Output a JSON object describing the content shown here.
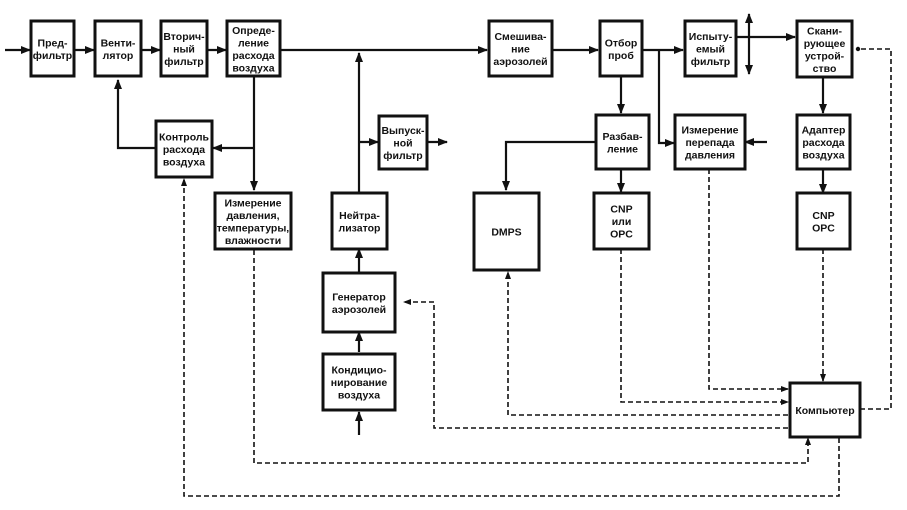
{
  "diagram": {
    "type": "block-diagram",
    "line_color": "#111111",
    "background": "#ffffff",
    "blocks": [
      {
        "id": "prefilter",
        "lines": [
          "Пред-",
          "фильтр"
        ]
      },
      {
        "id": "fan",
        "lines": [
          "Венти-",
          "лятор"
        ]
      },
      {
        "id": "secondary_filter",
        "lines": [
          "Вторич-",
          "ный",
          "фильтр"
        ]
      },
      {
        "id": "flow_measurement",
        "lines": [
          "Опреде-",
          "ление",
          "расхода",
          "воздуха"
        ]
      },
      {
        "id": "flow_control",
        "lines": [
          "Контроль",
          "расхода",
          "воздуха"
        ]
      },
      {
        "id": "ptrh_measurement",
        "lines": [
          "Измерение",
          "давления,",
          "температуры,",
          "влажности"
        ]
      },
      {
        "id": "exhaust_filter",
        "lines": [
          "Выпуск-",
          "ной",
          "фильтр"
        ]
      },
      {
        "id": "neutralizer",
        "lines": [
          "Нейтра-",
          "лизатор"
        ]
      },
      {
        "id": "aerosol_generator",
        "lines": [
          "Генератор",
          "аэрозолей"
        ]
      },
      {
        "id": "air_conditioning",
        "lines": [
          "Кондицио-",
          "нирование",
          "воздуха"
        ]
      },
      {
        "id": "aerosol_mixing",
        "lines": [
          "Смешива-",
          "ние",
          "аэрозолей"
        ]
      },
      {
        "id": "sampling",
        "lines": [
          "Отбор",
          "проб"
        ]
      },
      {
        "id": "dilution",
        "lines": [
          "Разбав-",
          "ление"
        ]
      },
      {
        "id": "dmps",
        "lines": [
          "DMPS"
        ]
      },
      {
        "id": "cnp_or_opc",
        "lines": [
          "CNP",
          "или",
          "OPC"
        ]
      },
      {
        "id": "test_filter",
        "lines": [
          "Испыту-",
          "емый",
          "фильтр"
        ]
      },
      {
        "id": "dp_measurement",
        "lines": [
          "Измерение",
          "перепада",
          "давления"
        ]
      },
      {
        "id": "scanner",
        "lines": [
          "Скани-",
          "рующее",
          "устрой-",
          "ство"
        ]
      },
      {
        "id": "flow_adapter",
        "lines": [
          "Адаптер",
          "расхода",
          "воздуха"
        ]
      },
      {
        "id": "cnp_opc",
        "lines": [
          "CNP",
          "OPC"
        ]
      },
      {
        "id": "computer",
        "lines": [
          "Компьютер"
        ]
      }
    ],
    "solid_connections": [
      [
        "inlet",
        "prefilter"
      ],
      [
        "prefilter",
        "fan"
      ],
      [
        "fan",
        "secondary_filter"
      ],
      [
        "secondary_filter",
        "flow_measurement"
      ],
      [
        "flow_measurement",
        "aerosol_mixing"
      ],
      [
        "flow_measurement",
        "flow_control"
      ],
      [
        "flow_control",
        "fan"
      ],
      [
        "flow_measurement",
        "ptrh_measurement"
      ],
      [
        "air_conditioning",
        "aerosol_generator"
      ],
      [
        "aerosol_generator",
        "neutralizer"
      ],
      [
        "neutralizer",
        "main_duct"
      ],
      [
        "neutralizer",
        "exhaust_filter"
      ],
      [
        "aerosol_mixing",
        "sampling"
      ],
      [
        "sampling",
        "test_filter"
      ],
      [
        "sampling",
        "dilution"
      ],
      [
        "sampling",
        "dp_measurement"
      ],
      [
        "dilution",
        "dmps"
      ],
      [
        "dilution",
        "cnp_or_opc"
      ],
      [
        "test_filter",
        "scanner"
      ],
      [
        "scanner",
        "flow_adapter"
      ],
      [
        "flow_adapter",
        "cnp_opc"
      ]
    ],
    "dashed_connections": [
      [
        "dp_measurement",
        "computer"
      ],
      [
        "cnp_or_opc",
        "computer"
      ],
      [
        "dmps",
        "computer"
      ],
      [
        "computer",
        "aerosol_generator"
      ],
      [
        "ptrh_measurement",
        "computer"
      ],
      [
        "computer",
        "flow_control"
      ],
      [
        "cnp_opc",
        "computer"
      ],
      [
        "computer",
        "scanner"
      ]
    ]
  }
}
